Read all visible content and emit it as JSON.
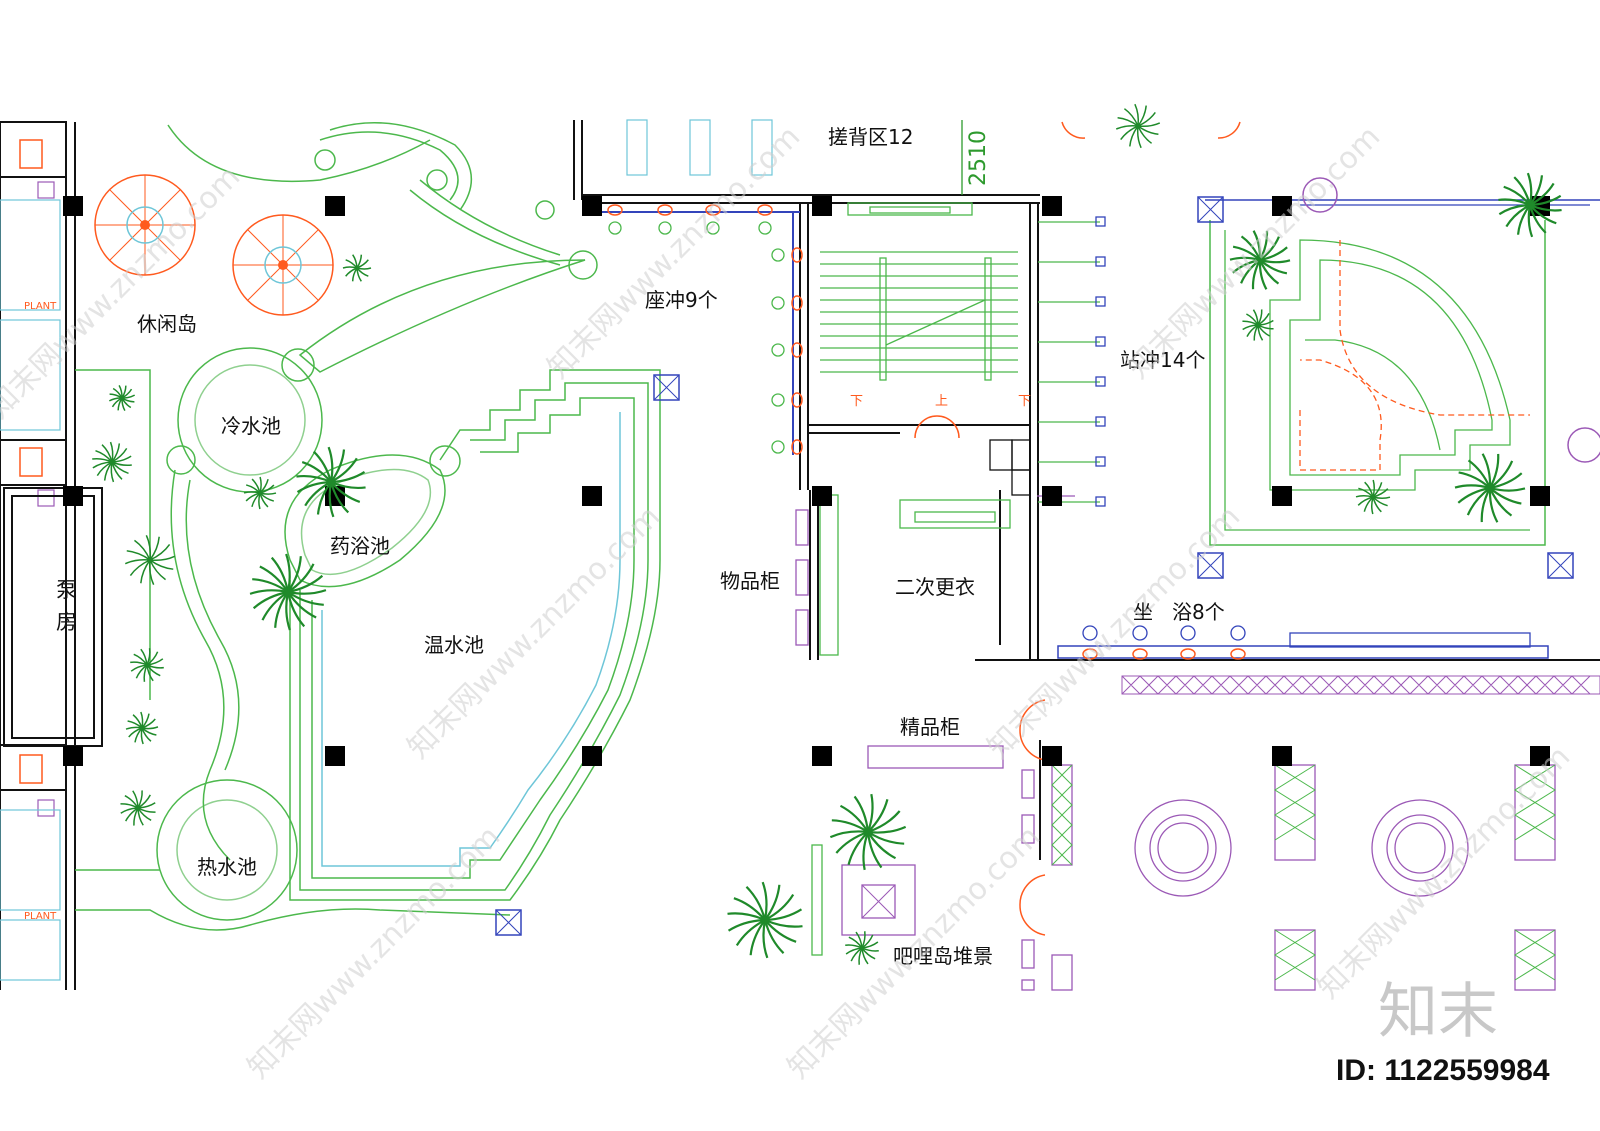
{
  "labels": {
    "leisure_island": "休闲岛",
    "cold_pool": "冷水池",
    "herbal_pool": "药浴池",
    "warm_pool": "温水池",
    "hot_pool": "热水池",
    "pump_room_1": "泵",
    "pump_room_2": "房",
    "scrub_area": "搓背区12",
    "seated_shower": "座冲9个",
    "standing_shower": "站冲14个",
    "locker": "物品柜",
    "second_changing": "二次更衣",
    "seated_bath_1": "坐",
    "seated_bath_2": "浴8个",
    "boutique_cabinet": "精品柜",
    "bali_landscape": "吧哩岛堆景",
    "stair_down_left": "下",
    "stair_up": "上",
    "stair_down_right": "下",
    "plant_tag_1": "PLANT",
    "plant_tag_2": "PLANT"
  },
  "dimension": "2510",
  "watermark": {
    "text": "知末网www.znzmo.com",
    "logo": "知末",
    "id": "ID: 1122559984"
  },
  "colors": {
    "line_green": "#4cb84c",
    "light_green": "#8fd08f",
    "orange": "#ff5a1e",
    "purple": "#9b59b6",
    "blue": "#3344bb",
    "cyan": "#6ec6d8",
    "column": "#000000"
  }
}
